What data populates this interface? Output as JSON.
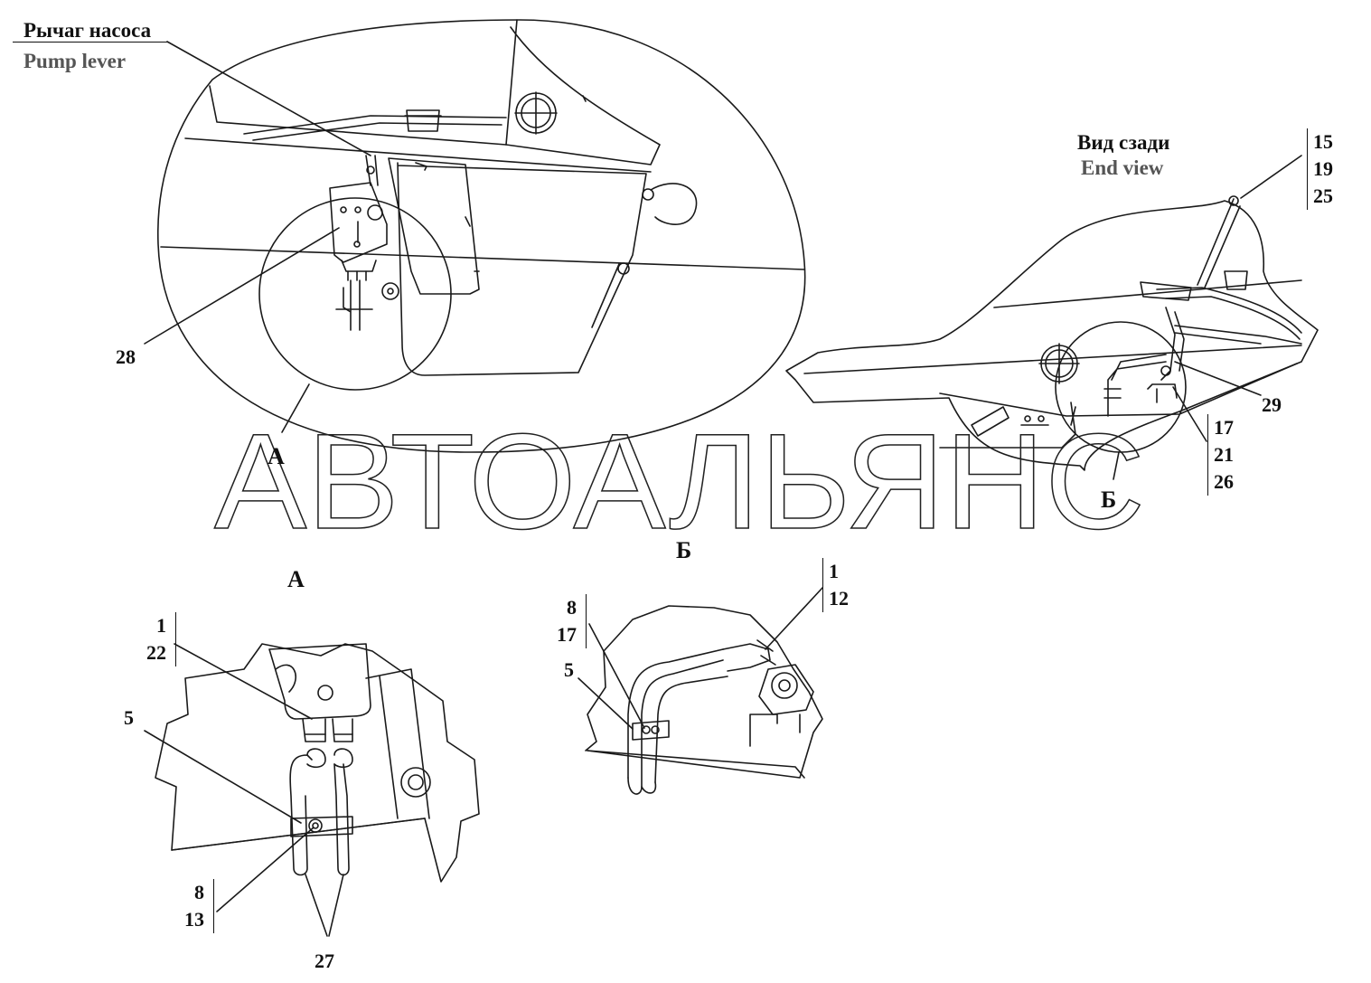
{
  "labels": {
    "pump_lever_ru": "Рычаг насоса",
    "pump_lever_en": "Pump lever",
    "end_view_ru": "Вид сзади",
    "end_view_en": "End view",
    "view_a_main": "А",
    "view_b_main": "Б",
    "detail_a_title": "А",
    "detail_b_title": "Б",
    "callout_28": "28",
    "callout_29": "29",
    "callout_5a": "5",
    "callout_5b": "5",
    "callout_27": "27"
  },
  "stacks": {
    "end_view_top": [
      "15",
      "19",
      "25"
    ],
    "end_view_bottom": [
      "17",
      "21",
      "26"
    ],
    "detail_a_top": [
      "1",
      "22"
    ],
    "detail_a_bottom": [
      "8",
      "13"
    ],
    "detail_b_left": [
      "8",
      "17"
    ],
    "detail_b_right": [
      "1",
      "12"
    ]
  },
  "watermark": "АВТОАЛЬЯНС",
  "colors": {
    "line": "#1a1a1a",
    "label": "#111111",
    "label_en": "#555555"
  }
}
